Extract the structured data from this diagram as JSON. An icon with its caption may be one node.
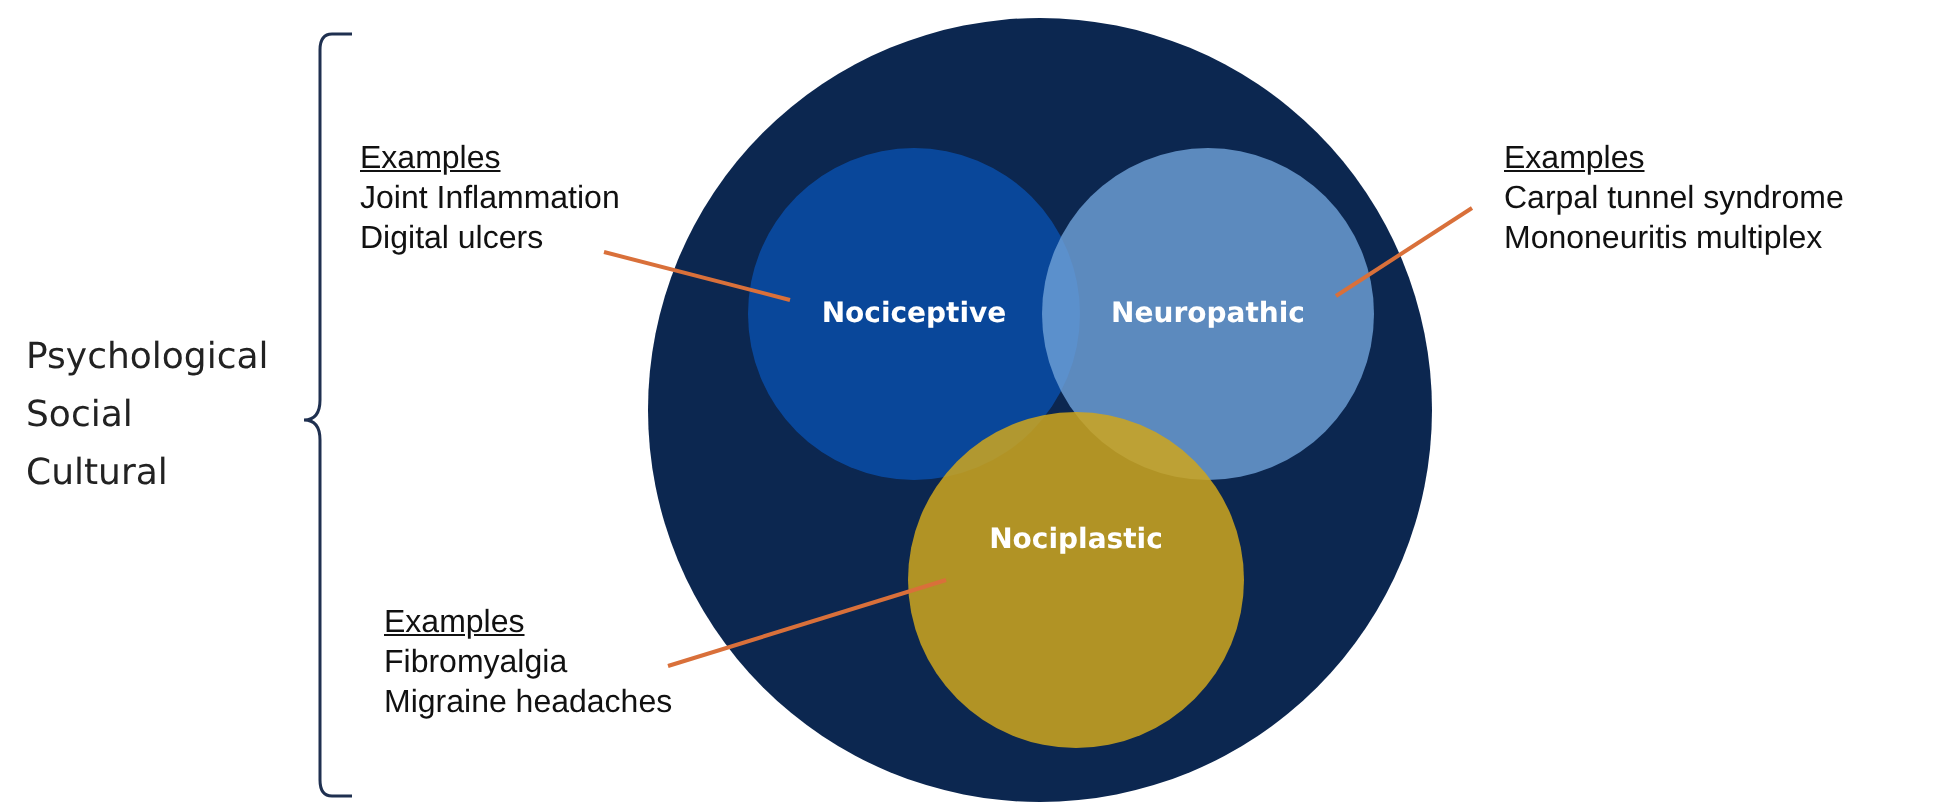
{
  "diagram": {
    "nodes": [
      {
        "text": [],
        "shape": "circle"
      },
      {
        "text": [
          "Nociceptive"
        ],
        "in": 0
      },
      {
        "text": [
          "Neuropathic"
        ],
        "in": 0
      },
      {
        "text": [
          "Nociplastic"
        ],
        "in": 0
      },
      {
        "text": [
          "Examples",
          "Joint Inflammation",
          "Digital ulcers"
        ]
      },
      {
        "text": [
          "Examples",
          "Carpal tunnel syndrome",
          "Mononeuritis multiplex"
        ]
      },
      {
        "text": [
          "Examples",
          "Fibromyalgia",
          "Migraine headaches"
        ]
      }
    ],
    "edges": [
      {
        "from": 4,
        "to": 1,
        "arrow": "none"
      },
      {
        "from": 5,
        "to": 2,
        "arrow": "none"
      },
      {
        "from": 6,
        "to": 3,
        "arrow": "none"
      }
    ],
    "labels": [
      "Psychological",
      "Social",
      "Cultural"
    ]
  }
}
